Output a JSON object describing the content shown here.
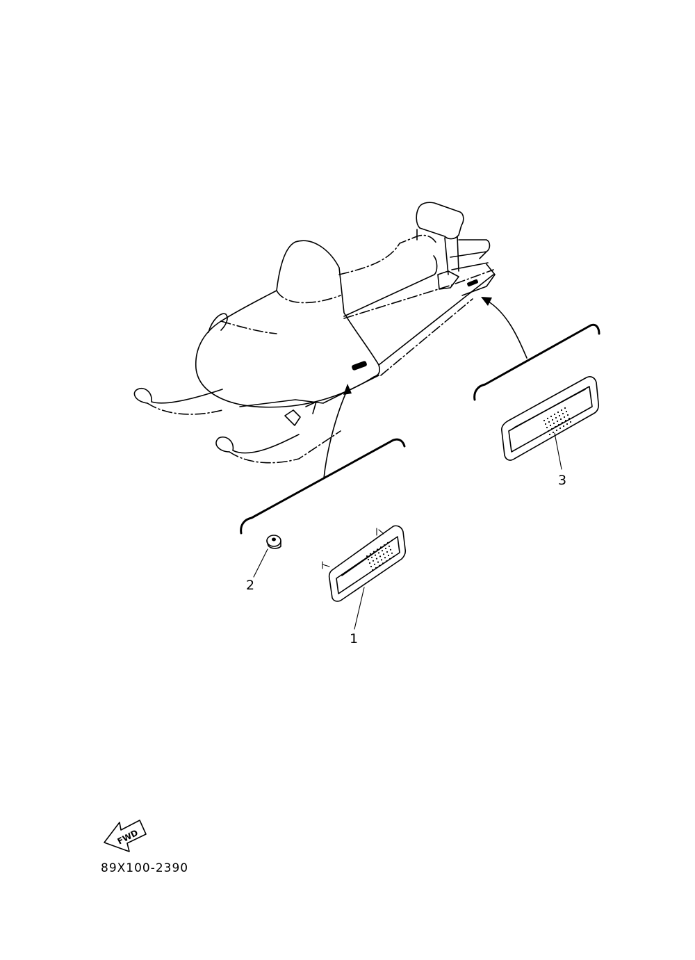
{
  "callouts": {
    "part1": "1",
    "part2": "2",
    "part3": "3"
  },
  "fwd_label": "FWD",
  "diagram_code": "89X100-2390"
}
